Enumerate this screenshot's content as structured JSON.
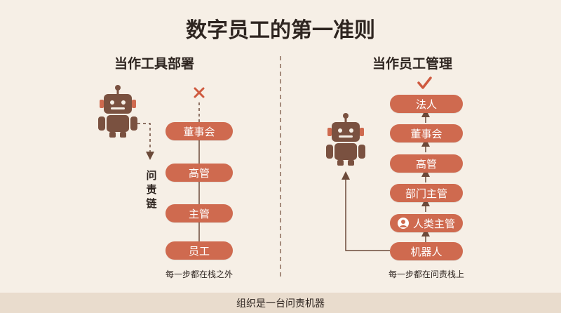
{
  "title": "数字员工的第一准则",
  "left": {
    "subtitle": "当作工具部署",
    "chain": [
      "董事会",
      "高管",
      "主管",
      "员工"
    ],
    "side_label": "问责链",
    "caption": "每一步都在栈之外",
    "mark_icon": "cross-icon"
  },
  "right": {
    "subtitle": "当作员工管理",
    "chain": [
      "法人",
      "董事会",
      "高管",
      "部门主管",
      "人类主管",
      "机器人"
    ],
    "caption": "每一步都在问责栈上",
    "mark_icon": "check-icon"
  },
  "footer": "组织是一台问责机器",
  "colors": {
    "background": "#f6efe6",
    "pill": "#cf6a4f",
    "robot": "#7a5140",
    "line": "#6b4a3a",
    "footer_bg": "#e9dccd"
  }
}
